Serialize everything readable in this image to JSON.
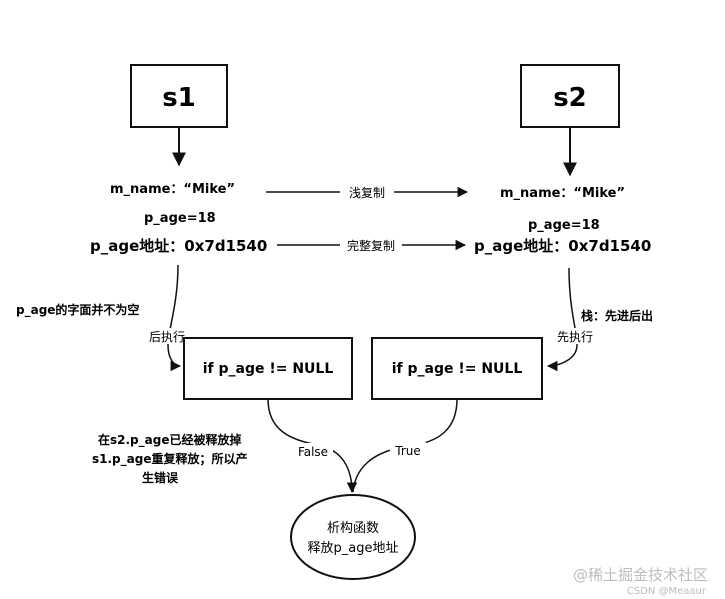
{
  "nodes": {
    "s1": "s1",
    "s2": "s2",
    "left_m_name": "m_name：“Mike”",
    "left_p_age": "p_age=18",
    "left_addr": "p_age地址：0x7d1540",
    "right_m_name": "m_name：“Mike”",
    "right_p_age": "p_age=18",
    "right_addr": "p_age地址：0x7d1540",
    "left_cond": "if p_age != NULL",
    "right_cond": "if p_age != NULL",
    "destructor_line1": "析构函数",
    "destructor_line2": "释放p_age地址"
  },
  "edges": {
    "shallow_copy": "浅复制",
    "full_copy": "完整复制",
    "left_exec": "后执行",
    "right_exec": "先执行",
    "false_label": "False",
    "true_label": "True"
  },
  "notes": {
    "left_note": "p_age的字面并不为空",
    "right_note": "栈：先进后出",
    "error_line1": "在s2.p_age已经被释放掉",
    "error_line2": "s1.p_age重复释放；所以产",
    "error_line3": "生错误"
  },
  "watermark": {
    "line1": "@稀土掘金技术社区",
    "line2": "CSDN @Meaaur"
  }
}
